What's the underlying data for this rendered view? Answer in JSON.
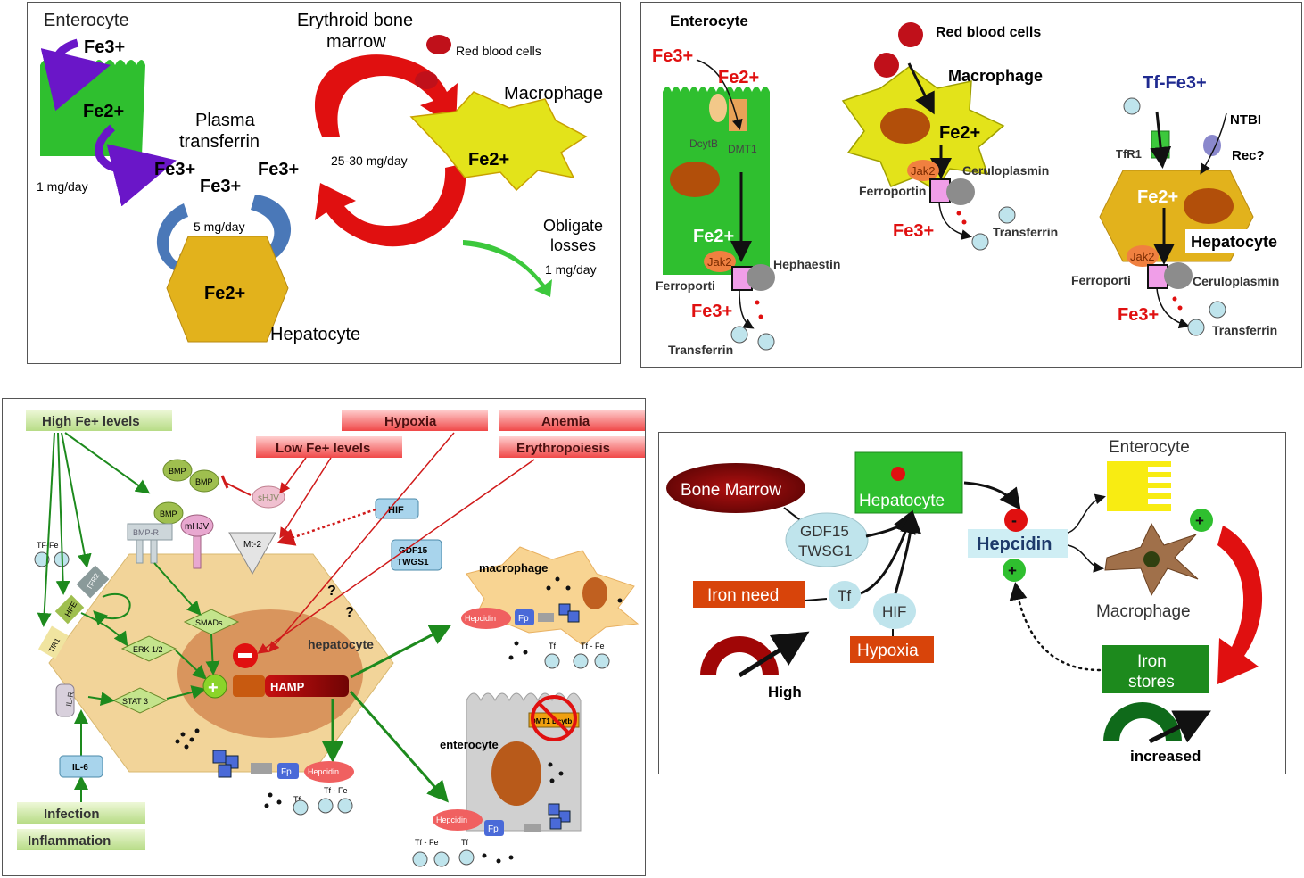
{
  "panel_a": {
    "enterocyte": "Enterocyte",
    "fe3": "Fe3+",
    "fe2": "Fe2+",
    "erythroid": [
      "Erythroid bone",
      "marrow"
    ],
    "red_blood_cells": "Red blood cells",
    "macrophage": "Macrophage",
    "plasma_transferrin": [
      "Plasma",
      "transferrin"
    ],
    "rate_enterocyte": "1 mg/day",
    "rate_marrow": "25-30 mg/day",
    "rate_plasma": "5 mg/day",
    "obligate_losses": [
      "Obligate",
      "losses"
    ],
    "rate_losses": "1 mg/day",
    "hepatocyte": "Hepatocyte"
  },
  "panel_b": {
    "enterocyte": "Enterocyte",
    "fe3": "Fe3+",
    "fe2": "Fe2+",
    "dcytb": "DcytB",
    "dmt1": "DMT1",
    "jak2": "Jak2",
    "hephaestin": "Hephaestin",
    "ferroportin_cut": "Ferroporti",
    "ferroportin": "Ferroportin",
    "transferrin": "Transferrin",
    "red_blood_cells": "Red blood cells",
    "macrophage": "Macrophage",
    "ceruloplasmin": "Ceruloplasmin",
    "tf_fe3": "Tf-Fe3+",
    "ntbi": "NTBI",
    "tfr1": "TfR1",
    "rec": "Rec?",
    "hepatocyte": "Hepatocyte"
  },
  "panel_c": {
    "high_fe": "High Fe+ levels",
    "hypoxia": "Hypoxia",
    "anemia": "Anemia",
    "low_fe": "Low Fe+ levels",
    "erythropoiesis": "Erythropoiesis",
    "bmp": "BMP",
    "shjv": "sHJV",
    "mhjv": "mHJV",
    "bmp_r": "BMP-R",
    "mt2": "Mt-2",
    "hif": "HIF",
    "gdf15": [
      "GDF15",
      "TWGS1"
    ],
    "tf_fe": "TF-Fe",
    "tfr2": "TFR2",
    "hfe": "HFE",
    "tfr1": "TfR1",
    "smads": "SMADs",
    "erk": "ERK 1/2",
    "stat3": "STAT 3",
    "il_r": "IL-R",
    "il6": "IL-6",
    "hamp": "HAMP",
    "hepatocyte": "hepatocyte",
    "question": "?",
    "macrophage": "macrophage",
    "hepcidin": "Hepcidin",
    "fp": "Fp",
    "tf": "Tf",
    "tf_fe2": "Tf - Fe",
    "enterocyte": "enterocyte",
    "dmt1_dcytb": "DMT1 Dcytb",
    "infection": "Infection",
    "inflammation": "Inflammation"
  },
  "panel_d": {
    "bone_marrow": "Bone Marrow",
    "gdf15": [
      "GDF15",
      "TWSG1"
    ],
    "hepatocyte": "Hepatocyte",
    "iron_need": "Iron need",
    "tf": "Tf",
    "hif": "HIF",
    "hypoxia": "Hypoxia",
    "high": "High",
    "hepcidin": "Hepcidin",
    "minus": "-",
    "plus": "+",
    "enterocyte": "Enterocyte",
    "macrophage": "Macrophage",
    "iron_stores": [
      "Iron",
      "stores"
    ],
    "increased": "increased"
  },
  "colors": {
    "enterocyte_green": "#2fbf2f",
    "hepatocyte_gold": "#e2b21c",
    "macrophage_yellow": "#e3e31a",
    "red": "#e01010",
    "blue_arrow": "#4a78b8",
    "purple_arrow": "#6a16c8",
    "dark_red": "#9a0606",
    "dark_green": "#1d7a1d",
    "light_blue": "#bfe4ec"
  }
}
